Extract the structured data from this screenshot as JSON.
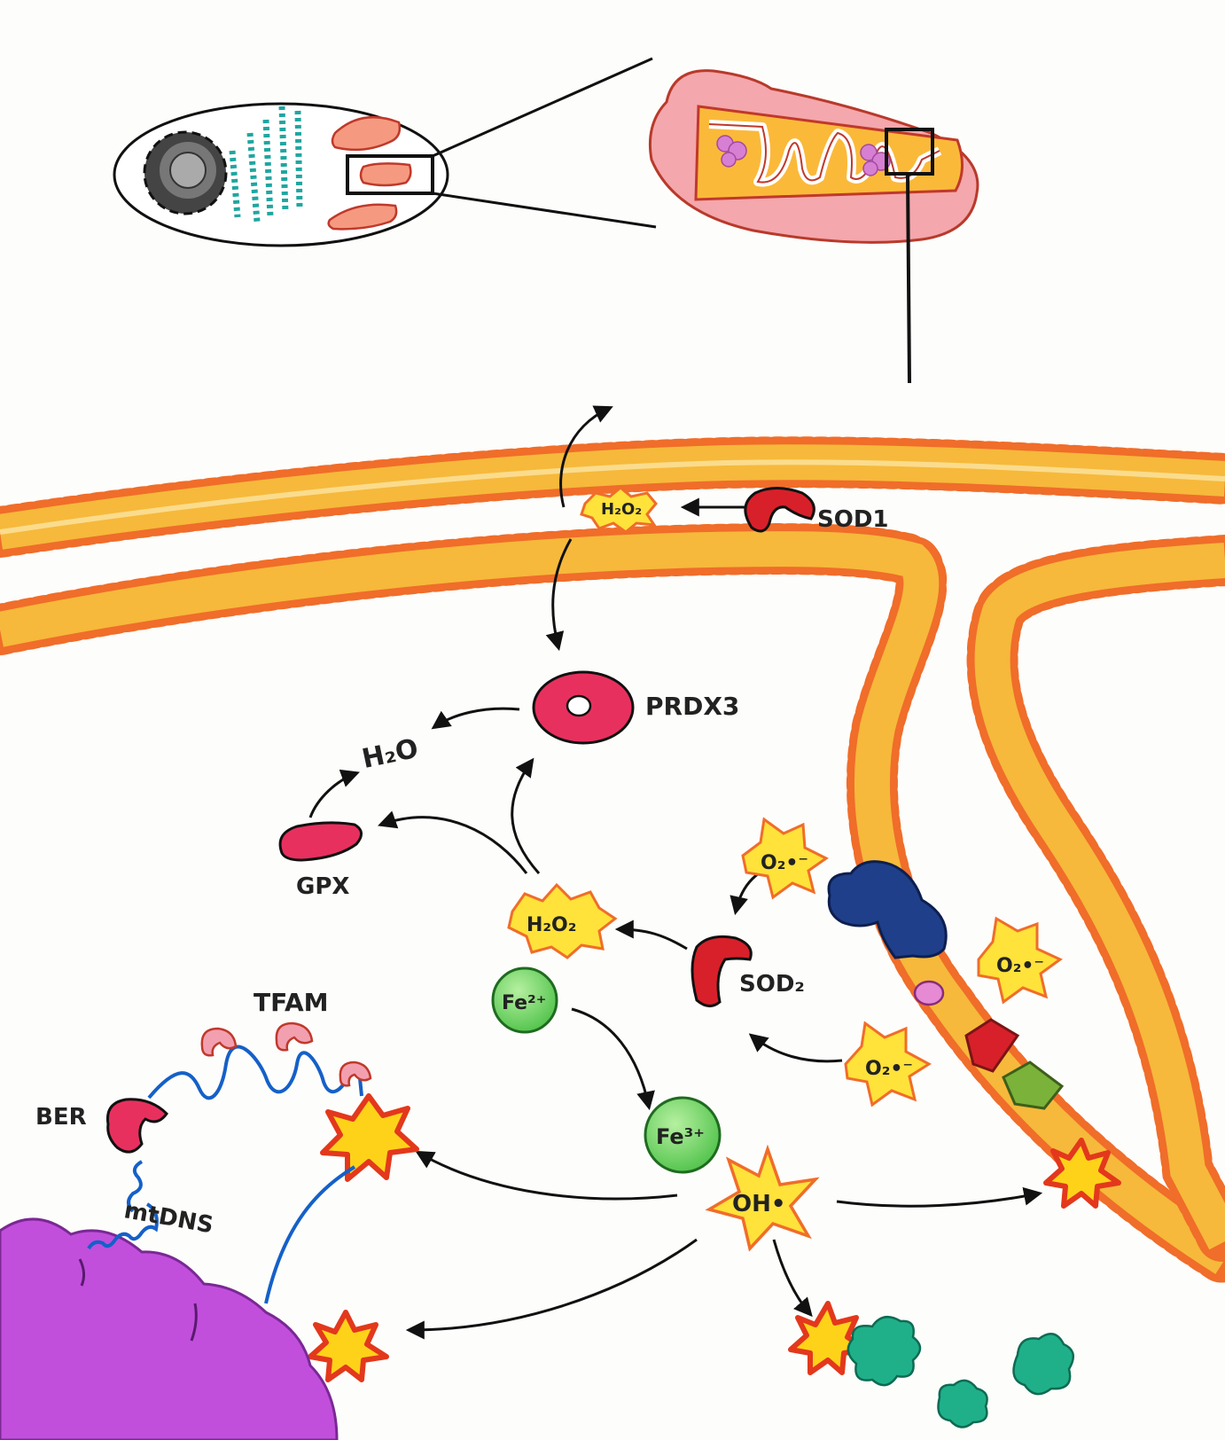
{
  "labels": {
    "sod1": "SOD1",
    "prdx3": "PRDX3",
    "h2o": "H₂O",
    "gpx": "GPX",
    "sod2": "SOD₂",
    "tfam": "TFAM",
    "ber": "BER",
    "mtdna": "mtDNS"
  },
  "species": {
    "h2o2_top": "H₂O₂",
    "h2o2_mid": "H₂O₂",
    "superoxide_1": "O₂•⁻",
    "superoxide_2": "O₂•⁻",
    "superoxide_3": "O₂•⁻",
    "fe2": "Fe²⁺",
    "fe3": "Fe³⁺",
    "hydroxyl": "OH•"
  }
}
